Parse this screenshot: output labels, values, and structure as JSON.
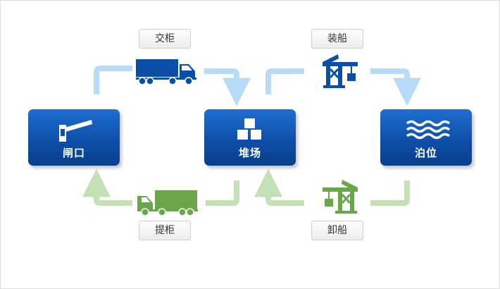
{
  "nodes": {
    "gate": "闸口",
    "yard": "堆场",
    "berth": "泊位"
  },
  "actions": {
    "deliver_container": "交柜",
    "load_ship": "装船",
    "pickup_container": "提柜",
    "unload_ship": "卸船"
  },
  "colors": {
    "node_blue": "#0d4fa9",
    "export_arrow": "#b7dcf7",
    "import_arrow": "#c4e0b5",
    "export_icon": "#0b4ea6",
    "import_icon": "#6aa64a"
  },
  "icons": {
    "gate": "barrier-gate-icon",
    "yard": "stacked-boxes-icon",
    "berth": "waves-icon",
    "export_truck": "truck-icon",
    "import_truck": "truck-icon",
    "export_crane": "crane-icon",
    "import_crane": "crane-icon"
  }
}
